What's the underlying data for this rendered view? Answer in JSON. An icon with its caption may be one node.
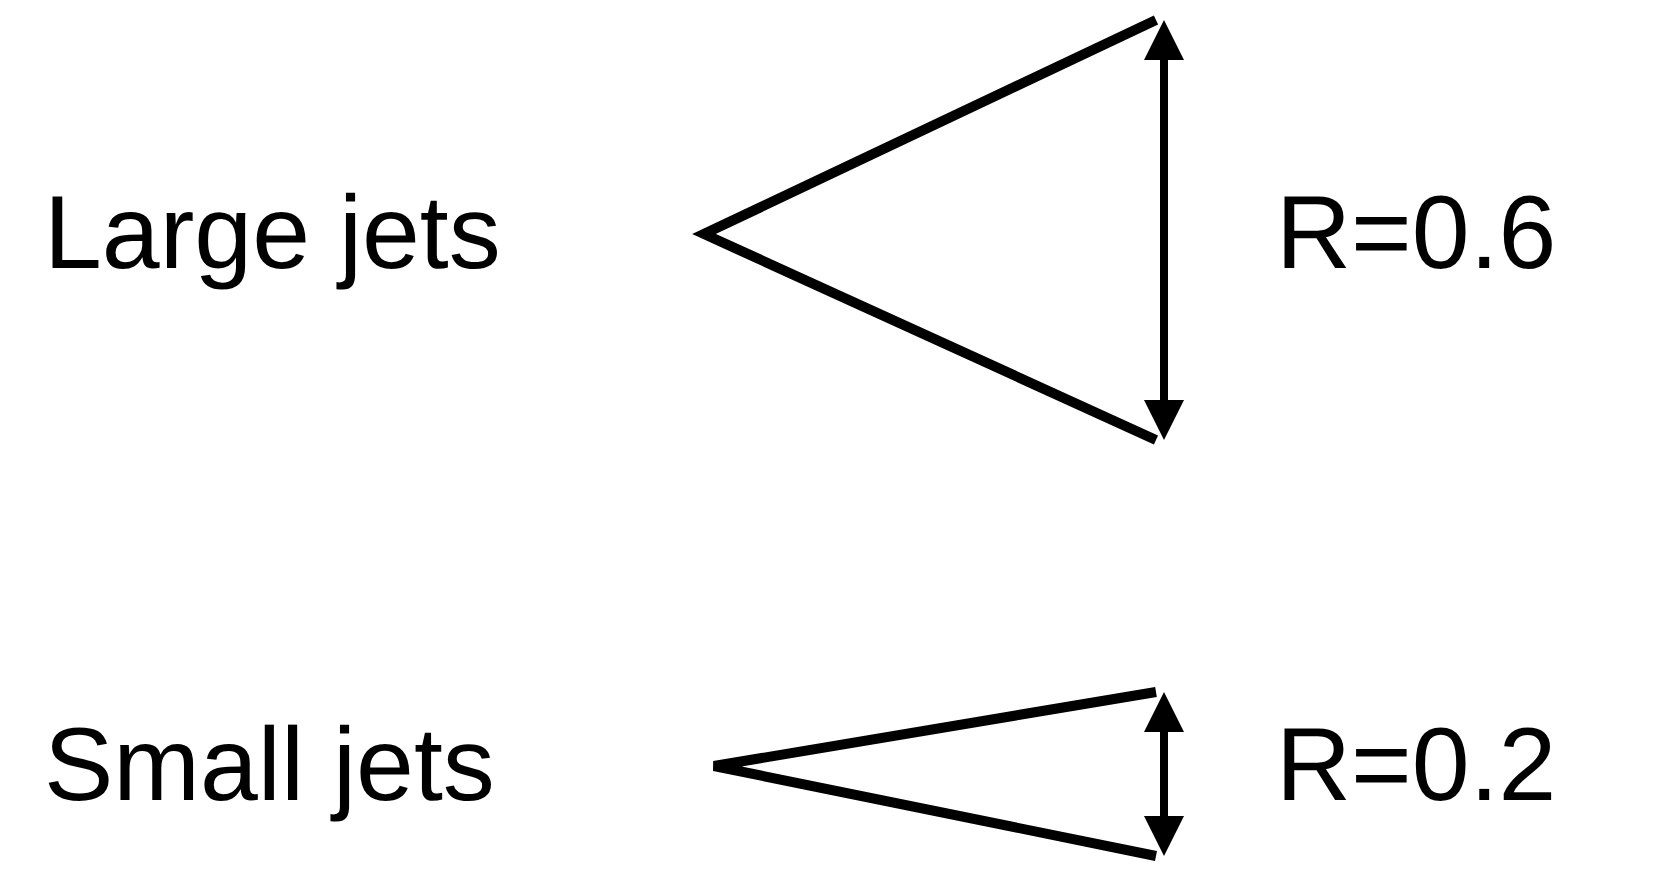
{
  "diagram": {
    "labels": [
      "Large jets",
      "R=0.6",
      "Small jets",
      "R=0.2"
    ]
  }
}
